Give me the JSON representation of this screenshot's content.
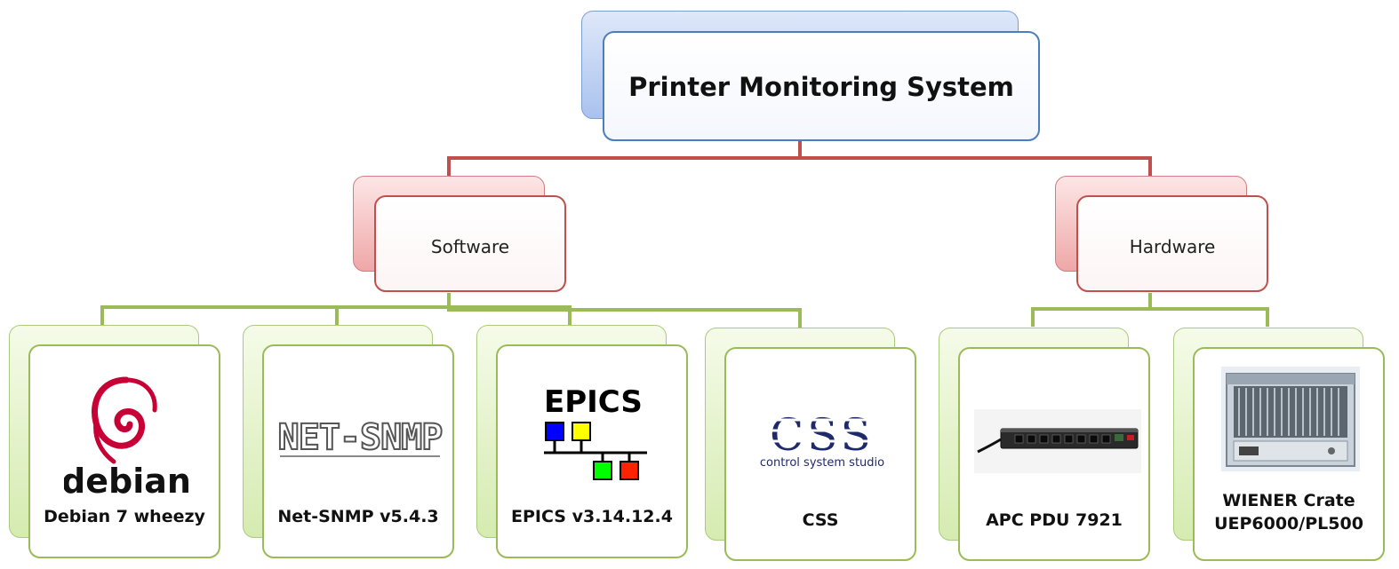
{
  "root": {
    "title": "Printer Monitoring System"
  },
  "categories": [
    {
      "title": "Software"
    },
    {
      "title": "Hardware"
    }
  ],
  "leaves": [
    {
      "label": "Debian 7 wheezy",
      "logo_text": "debian",
      "logo": "debian-swirl-icon"
    },
    {
      "label": "Net-SNMP v5.4.3",
      "logo_text": "NET-SNMP",
      "logo": "net-snmp-logo"
    },
    {
      "label": "EPICS v3.14.12.4",
      "logo_text": "EPICS",
      "logo": "epics-logo"
    },
    {
      "label": "CSS",
      "logo_text": "CSS",
      "logo_subtext": "control system studio",
      "logo": "css-logo"
    },
    {
      "label": "APC PDU 7921",
      "logo": "pdu-photo"
    },
    {
      "label": "WIENER Crate\nUEP6000/PL500",
      "logo": "crate-photo"
    }
  ],
  "colors": {
    "root_border": "#4a7ec0",
    "category_border": "#c0504d",
    "leaf_border": "#9bbb59",
    "root_connector": "#c0504d",
    "leaf_connector": "#9bbb59"
  }
}
